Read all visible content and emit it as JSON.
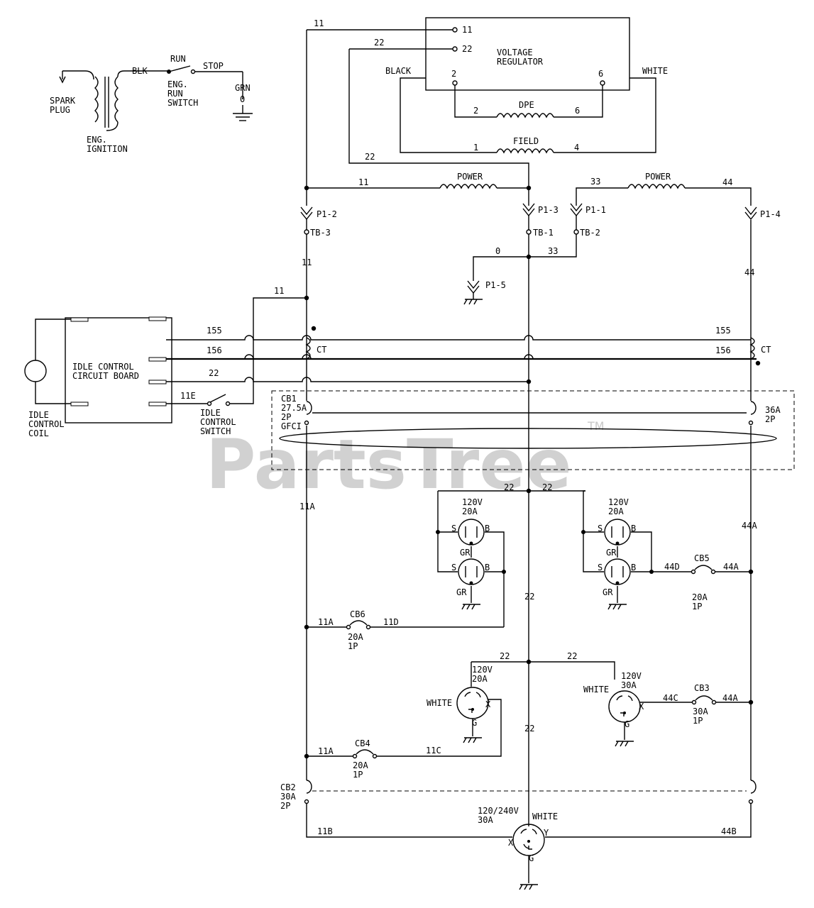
{
  "watermark": {
    "brand": "PartsTree",
    "tm": "TM"
  },
  "ignition": {
    "spark_plug": "SPARK\nPLUG",
    "eng_ignition": "ENG.\nIGNITION",
    "blk": "BLK",
    "run": "RUN",
    "stop": "STOP",
    "switch": "ENG.\nRUN\nSWITCH",
    "grn": "GRN",
    "grn_num": "0"
  },
  "regulator": {
    "title": "VOLTAGE\nREGULATOR",
    "t11": "11",
    "t22": "22",
    "t2": "2",
    "t6": "6",
    "black": "BLACK",
    "white": "WHITE",
    "dpe": "DPE",
    "field": "FIELD",
    "d2": "2",
    "d6": "6",
    "f1": "1",
    "f4": "4"
  },
  "power": {
    "label": "POWER",
    "w11": "11",
    "w33": "33",
    "w44": "44",
    "w22": "22"
  },
  "connectors": {
    "p12": "P1-2",
    "p13": "P1-3",
    "p11": "P1-1",
    "p14": "P1-4",
    "p15": "P1-5",
    "tb3": "TB-3",
    "tb1": "TB-1",
    "tb2": "TB-2",
    "w0": "0",
    "w33b": "33",
    "w11": "11",
    "w44": "44"
  },
  "idle": {
    "board": "IDLE CONTROL\nCIRCUIT BOARD",
    "coil": "IDLE\nCONTROL\nCOIL",
    "switch": "IDLE\nCONTROL\nSWITCH",
    "w11": "11",
    "w155": "155",
    "w156": "156",
    "w22": "22",
    "w11e": "11E",
    "ct": "CT",
    "w155r": "155",
    "w156r": "156",
    "ctr": "CT"
  },
  "breakers": {
    "cb1": "CB1\n27.5A\n2P\nGFCI",
    "cb1r": "36A\n2P",
    "cb2": "CB2\n30A\n2P",
    "cb3": "CB3",
    "cb3r": "30A\n1P",
    "cb4": "CB4",
    "cb4r": "20A\n1P",
    "cb5": "CB5",
    "cb5r": "20A\n1P",
    "cb6": "CB6",
    "cb6r": "20A\n1P"
  },
  "wires": {
    "w11a": "11A",
    "w44a": "44A",
    "w22a": "22",
    "w22b": "22",
    "w22c": "22",
    "w22d": "22",
    "w22e": "22",
    "w22f": "22",
    "w11a2": "11A",
    "w11d": "11D",
    "w11a3": "11A",
    "w11c": "11C",
    "w44d": "44D",
    "w44a2": "44A",
    "w44c": "44C",
    "w44a3": "44A",
    "w44a4": "44A",
    "w11b": "11B",
    "w44b": "44B"
  },
  "outlets": {
    "o1": "120V\n20A",
    "o2": "120V\n20A",
    "o3": "120V\n20A",
    "o4": "120V\n30A",
    "o5": "120/240V\n30A",
    "s": "S",
    "b": "B",
    "gr": "GR",
    "white": "WHITE",
    "x": "X",
    "y": "Y",
    "g": "G"
  }
}
